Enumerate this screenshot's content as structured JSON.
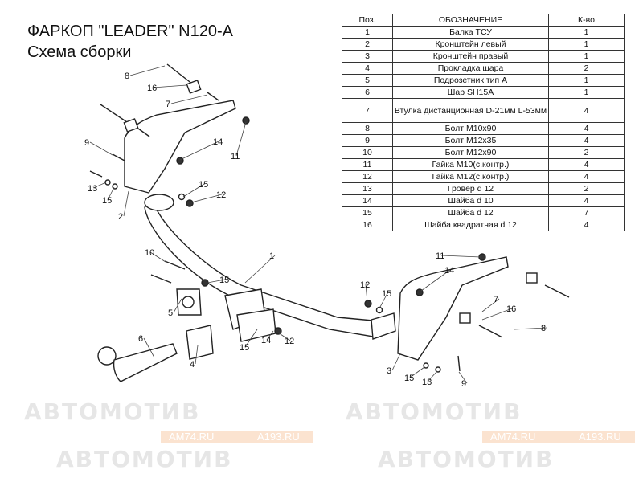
{
  "title": "ФАРКОП \"LEADER\" N120-A",
  "subtitle": "Схема сборки",
  "watermarks": {
    "logo": "АВТОМОТИВ",
    "site1": "AM74.RU",
    "site2": "A193.RU"
  },
  "table": {
    "headers": [
      "Поз.",
      "ОБОЗНАЧЕНИЕ",
      "К-во"
    ],
    "rows": [
      [
        "1",
        "Балка ТСУ",
        "1"
      ],
      [
        "2",
        "Кронштейн левый",
        "1"
      ],
      [
        "3",
        "Кронштейн правый",
        "1"
      ],
      [
        "4",
        "Прокладка шара",
        "2"
      ],
      [
        "5",
        "Подрозетник тип А",
        "1"
      ],
      [
        "6",
        "Шар SH15A",
        "1"
      ],
      [
        "7",
        "Втулка дистанционная D-21мм L-53мм",
        "4"
      ],
      [
        "8",
        "Болт М10х90",
        "4"
      ],
      [
        "9",
        "Болт М12х35",
        "4"
      ],
      [
        "10",
        "Болт М12х90",
        "2"
      ],
      [
        "11",
        "Гайка  М10(с.контр.)",
        "4"
      ],
      [
        "12",
        "Гайка М12(с.контр.)",
        "4"
      ],
      [
        "13",
        "Гровер d 12",
        "2"
      ],
      [
        "14",
        "Шайба d 10",
        "4"
      ],
      [
        "15",
        "Шайба d 12",
        "7"
      ],
      [
        "16",
        "Шайба квадратная d 12",
        "4"
      ]
    ]
  },
  "callouts": [
    "8",
    "16",
    "7",
    "9",
    "14",
    "11",
    "13",
    "15",
    "2",
    "15",
    "12",
    "1",
    "10",
    "15",
    "5",
    "6",
    "4",
    "15",
    "14",
    "12",
    "12",
    "15",
    "11",
    "14",
    "7",
    "16",
    "8",
    "3",
    "15",
    "13",
    "9"
  ]
}
